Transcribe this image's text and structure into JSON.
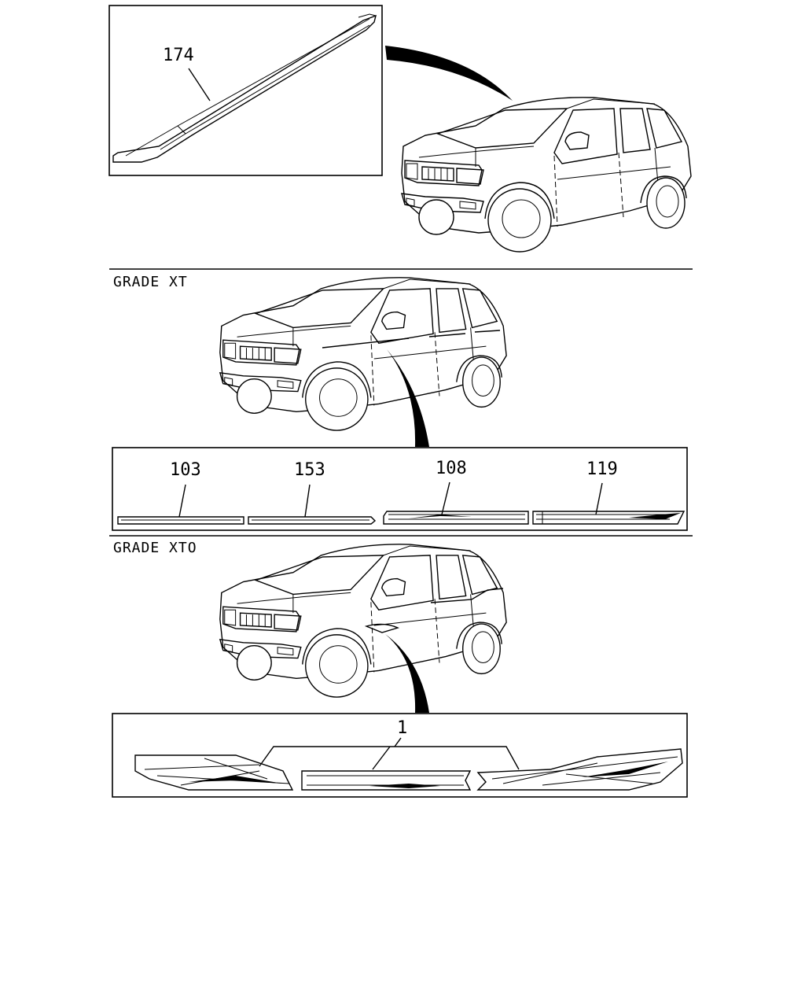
{
  "sections": {
    "top": {
      "callout": "174"
    },
    "xt": {
      "grade_label": "GRADE XT",
      "callouts": [
        "103",
        "153",
        "108",
        "119"
      ]
    },
    "xto": {
      "grade_label": "GRADE XTO",
      "callout": "1"
    }
  },
  "colors": {
    "ink": "#000000",
    "paper": "#ffffff"
  }
}
